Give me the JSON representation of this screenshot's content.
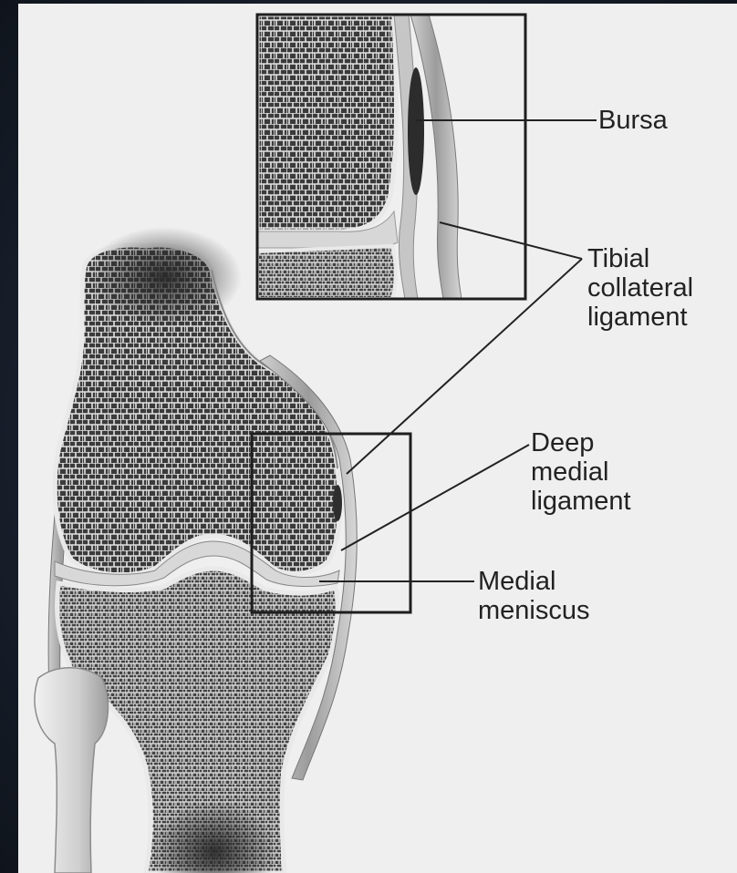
{
  "labels": {
    "bursa": "Bursa",
    "tibial_collateral_ligament": [
      "Tibial",
      "collateral",
      "ligament"
    ],
    "deep_medial_ligament": [
      "Deep",
      "medial",
      "ligament"
    ],
    "medial_meniscus": [
      "Medial",
      "meniscus"
    ]
  },
  "colors": {
    "background_frame": "#1a2230",
    "panel": "#efefef",
    "bone_dark": "#3a3a3a",
    "bone_light": "#d9d9d9",
    "ligament": "#a9a9a9"
  }
}
